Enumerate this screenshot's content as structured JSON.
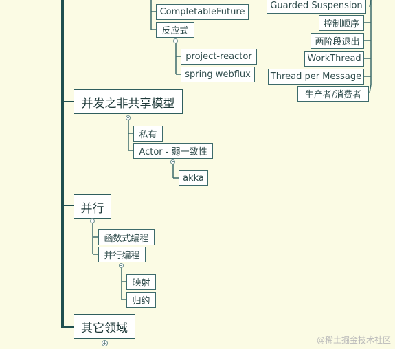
{
  "nodes": {
    "completable_future": "CompletableFuture",
    "reactive": "反应式",
    "project_reactor": "project-reactor",
    "spring_webflux": "spring webflux",
    "guarded_suspension": "Guarded Suspension",
    "control_order": "控制顺序",
    "two_phase_exit": "两阶段退出",
    "work_thread": "WorkThread",
    "thread_per_message": "Thread per Message",
    "producer_consumer": "生产者/消费者",
    "concurrency_non_shared": "并发之非共享模型",
    "private": "私有",
    "actor_weak": "Actor - 弱一致性",
    "akka": "akka",
    "parallel": "并行",
    "functional_programming": "函数式编程",
    "parallel_programming": "并行编程",
    "map": "映射",
    "reduce": "归约",
    "other_fields": "其它领域"
  },
  "watermark": "@稀土掘金技术社区",
  "expand_symbol": "+",
  "colors": {
    "background": "#fbfbe4",
    "trunk": "#1f4f4f",
    "connector": "#3d6b6b",
    "node_border": "#3d6b6b"
  }
}
